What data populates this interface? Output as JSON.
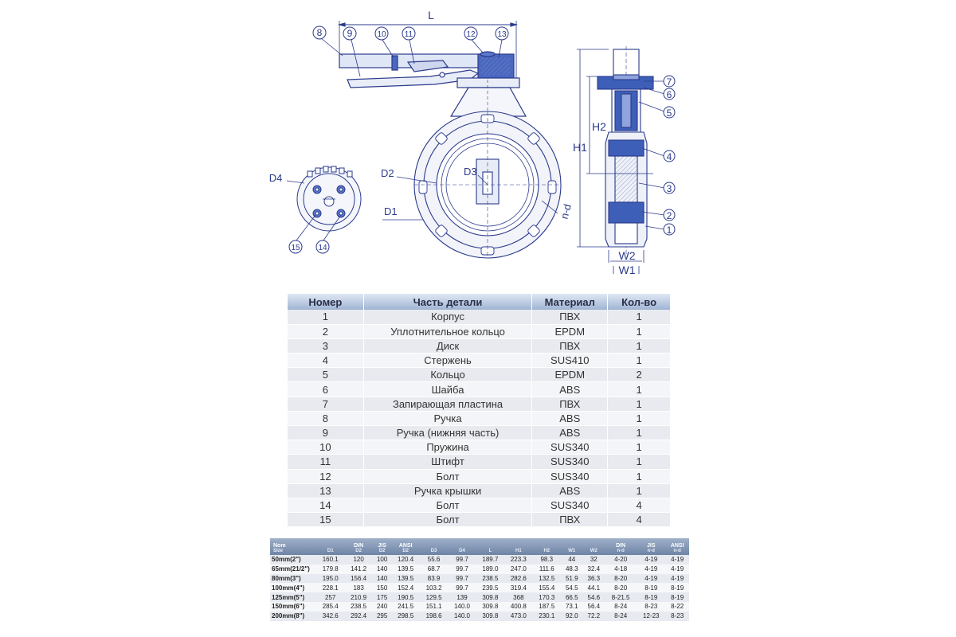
{
  "drawing": {
    "dim_L": "L",
    "callouts_top": [
      "8",
      "9",
      "10",
      "11",
      "12",
      "13"
    ],
    "callouts_side": [
      "7",
      "6",
      "5",
      "4",
      "3",
      "2",
      "1"
    ],
    "callouts_small": [
      "15",
      "14"
    ],
    "dims": {
      "D1": "D1",
      "D2": "D2",
      "D3": "D3",
      "D4": "D4",
      "H1": "H1",
      "H2": "H2",
      "W1": "W1",
      "W2": "W2",
      "nd": "n-d"
    }
  },
  "parts": {
    "headers": [
      "Номер",
      "Часть детали",
      "Материал",
      "Кол-во"
    ],
    "rows": [
      [
        "1",
        "Корпус",
        "ПВХ",
        "1"
      ],
      [
        "2",
        "Уплотнительное кольцо",
        "EPDM",
        "1"
      ],
      [
        "3",
        "Диск",
        "ПВХ",
        "1"
      ],
      [
        "4",
        "Стержень",
        "SUS410",
        "1"
      ],
      [
        "5",
        "Кольцо",
        "EPDM",
        "2"
      ],
      [
        "6",
        "Шайба",
        "ABS",
        "1"
      ],
      [
        "7",
        "Запирающая пластина",
        "ПВХ",
        "1"
      ],
      [
        "8",
        "Ручка",
        "ABS",
        "1"
      ],
      [
        "9",
        "Ручка (нижняя часть)",
        "ABS",
        "1"
      ],
      [
        "10",
        "Пружина",
        "SUS340",
        "1"
      ],
      [
        "11",
        "Штифт",
        "SUS340",
        "1"
      ],
      [
        "12",
        "Болт",
        "SUS340",
        "1"
      ],
      [
        "13",
        "Ручка крышки",
        "ABS",
        "1"
      ],
      [
        "14",
        "Болт",
        "SUS340",
        "4"
      ],
      [
        "15",
        "Болт",
        "ПВХ",
        "4"
      ]
    ]
  },
  "dimensions": {
    "size_header_top": "Nom",
    "size_header_sub": "Size",
    "headers": [
      {
        "top": "",
        "sub": "D1"
      },
      {
        "top": "DIN",
        "sub": "D2"
      },
      {
        "top": "JIS",
        "sub": "D2"
      },
      {
        "top": "ANSI",
        "sub": "D2"
      },
      {
        "top": "",
        "sub": "D3"
      },
      {
        "top": "",
        "sub": "D4"
      },
      {
        "top": "",
        "sub": "L"
      },
      {
        "top": "",
        "sub": "H1"
      },
      {
        "top": "",
        "sub": "H2"
      },
      {
        "top": "",
        "sub": "W1"
      },
      {
        "top": "",
        "sub": "W2"
      },
      {
        "top": "DIN",
        "sub": "n-d"
      },
      {
        "top": "JIS",
        "sub": "n-d"
      },
      {
        "top": "ANSI",
        "sub": "n-d"
      }
    ],
    "rows": [
      [
        "50mm(2\")",
        "160.1",
        "120",
        "100",
        "120.4",
        "55.6",
        "99.7",
        "189.7",
        "223.3",
        "98.3",
        "44",
        "32",
        "4-20",
        "4-19",
        "4-19"
      ],
      [
        "65mm(21/2\")",
        "179.8",
        "141.2",
        "140",
        "139.5",
        "68.7",
        "99.7",
        "189.0",
        "247.0",
        "111.6",
        "48.3",
        "32.4",
        "4-18",
        "4-19",
        "4-19"
      ],
      [
        "80mm(3\")",
        "195.0",
        "156.4",
        "140",
        "139.5",
        "83.9",
        "99.7",
        "238.5",
        "282.6",
        "132.5",
        "51.9",
        "36.3",
        "8-20",
        "4-19",
        "4-19"
      ],
      [
        "100mm(4\")",
        "228.1",
        "183",
        "150",
        "152.4",
        "103.2",
        "99.7",
        "239.5",
        "319.4",
        "155.4",
        "54.5",
        "44.1",
        "8-20",
        "8-19",
        "8-19"
      ],
      [
        "125mm(5\")",
        "257",
        "210.9",
        "175",
        "190.5",
        "129.5",
        "139",
        "309.8",
        "368",
        "170.3",
        "66.5",
        "54.6",
        "8-21.5",
        "8-19",
        "8-19"
      ],
      [
        "150mm(6\")",
        "285.4",
        "238.5",
        "240",
        "241.5",
        "151.1",
        "140.0",
        "309.8",
        "400.8",
        "187.5",
        "73.1",
        "56.4",
        "8-24",
        "8-23",
        "8-22"
      ],
      [
        "200mm(8\")",
        "342.6",
        "292.4",
        "295",
        "298.5",
        "198.6",
        "140.0",
        "309.8",
        "473.0",
        "230.1",
        "92.0",
        "72.2",
        "8-24",
        "12-23",
        "8-23"
      ]
    ]
  },
  "colors": {
    "line": "#2b3a8c",
    "blue_part": "#3d5fb8",
    "header_band": "#9fb4d3"
  }
}
